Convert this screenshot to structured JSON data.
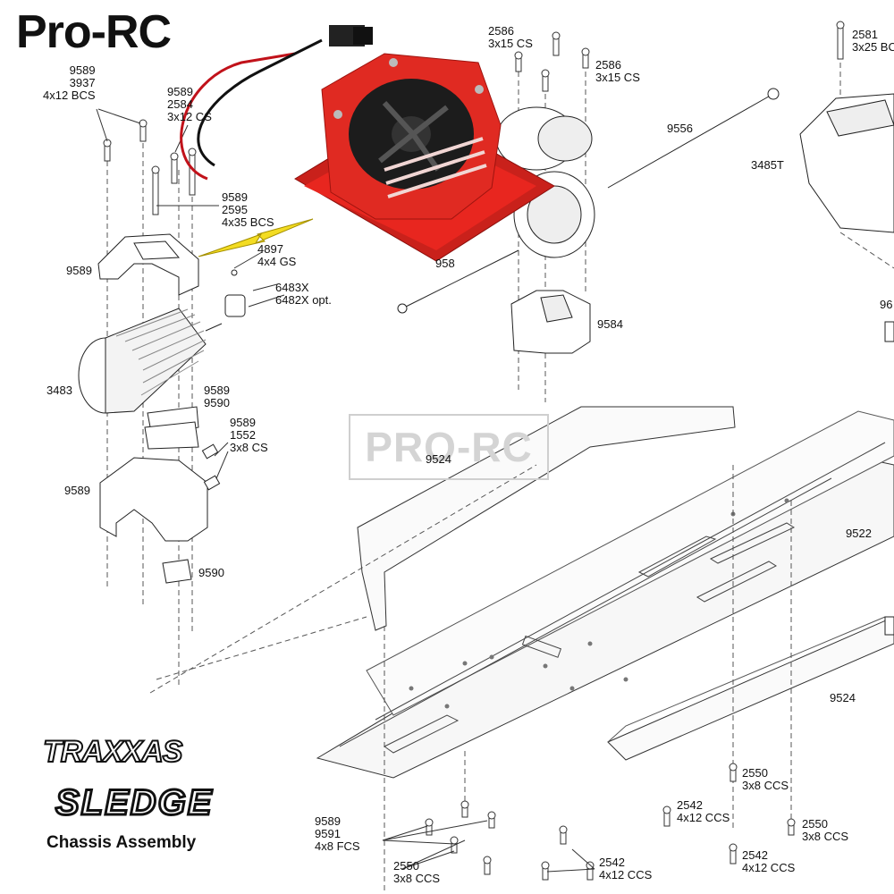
{
  "brand": "Pro-RC",
  "watermark": "PRO-RC",
  "logos": {
    "traxxas": "TRAXXAS",
    "sledge": "SLEDGE"
  },
  "caption": "Chassis Assembly",
  "callouts": [
    {
      "id": "c-9589-3937",
      "text": "9589\n3937\n4x12 BCS"
    },
    {
      "id": "c-9589-2584",
      "text": "9589\n2584\n3x12 CS"
    },
    {
      "id": "c-9589-2595",
      "text": "9589\n2595\n4x35 BCS"
    },
    {
      "id": "c-4897",
      "text": "4897\n4x4 GS"
    },
    {
      "id": "c-9589-mount-top",
      "text": "9589"
    },
    {
      "id": "c-6483x",
      "text": "6483X\n6482X opt."
    },
    {
      "id": "c-3483",
      "text": "3483"
    },
    {
      "id": "c-9589-9590",
      "text": "9589\n9590"
    },
    {
      "id": "c-9589-1552",
      "text": "9589\n1552\n3x8 CS"
    },
    {
      "id": "c-9589-mount-bottom",
      "text": "9589"
    },
    {
      "id": "c-9590",
      "text": "9590"
    },
    {
      "id": "c-2586-a",
      "text": "2586\n3x15 CS"
    },
    {
      "id": "c-2586-b",
      "text": "2586\n3x15 CS"
    },
    {
      "id": "c-9556",
      "text": "9556"
    },
    {
      "id": "c-2581",
      "text": "2581\n3x25 BC"
    },
    {
      "id": "c-3485t",
      "text": "3485T"
    },
    {
      "id": "c-958",
      "text": "958"
    },
    {
      "id": "c-9584",
      "text": "9584"
    },
    {
      "id": "c-96",
      "text": "96"
    },
    {
      "id": "c-9524-top",
      "text": "9524"
    },
    {
      "id": "c-9522",
      "text": "9522"
    },
    {
      "id": "c-9524-bottom",
      "text": "9524"
    },
    {
      "id": "c-2550-a",
      "text": "2550\n3x8 CCS"
    },
    {
      "id": "c-2542-a",
      "text": "2542\n4x12 CCS"
    },
    {
      "id": "c-2550-b",
      "text": "2550\n3x8 CCS"
    },
    {
      "id": "c-9589-9591",
      "text": "9589\n9591\n4x8 FCS"
    },
    {
      "id": "c-2550-c",
      "text": "2550\n3x8 CCS"
    },
    {
      "id": "c-2542-b",
      "text": "2542\n4x12 CCS"
    },
    {
      "id": "c-2542-c",
      "text": "2542\n4x12 CCS"
    }
  ],
  "colors": {
    "fan_red": "#e8261f",
    "fan_red_dark": "#a8130f",
    "arrow_yellow": "#f3dc22",
    "line": "#3a3a3a"
  }
}
